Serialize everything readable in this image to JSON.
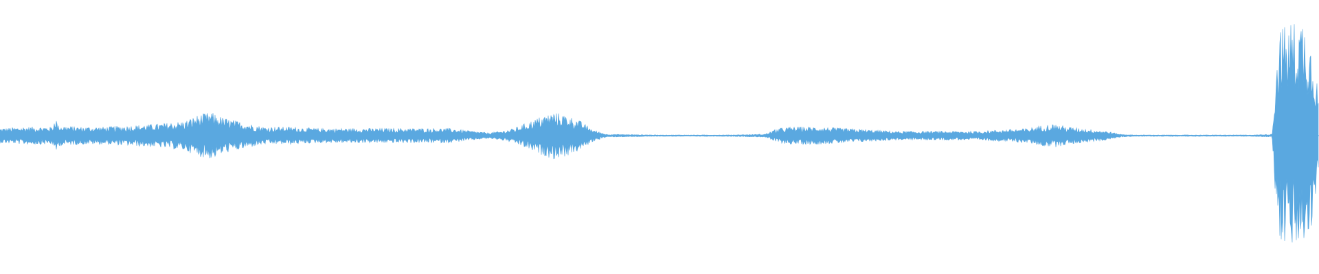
{
  "colors": {
    "waveform": "#5aa8e0",
    "background": "#ffffff"
  },
  "chart_data": {
    "type": "area",
    "description_free": true,
    "title": "",
    "xlabel": "",
    "ylabel": "",
    "x_range": [
      0,
      1
    ],
    "y_range": [
      -1,
      1
    ],
    "centerline": 0,
    "grid": false,
    "legend": "none",
    "series": [
      {
        "envelope_x": [
          0.0,
          0.02,
          0.04,
          0.042,
          0.044,
          0.06,
          0.08,
          0.1,
          0.12,
          0.13,
          0.14,
          0.15,
          0.16,
          0.17,
          0.18,
          0.19,
          0.2,
          0.22,
          0.24,
          0.26,
          0.28,
          0.3,
          0.32,
          0.34,
          0.36,
          0.37,
          0.38,
          0.39,
          0.4,
          0.41,
          0.42,
          0.43,
          0.44,
          0.45,
          0.46,
          0.5,
          0.55,
          0.58,
          0.59,
          0.6,
          0.62,
          0.64,
          0.66,
          0.68,
          0.7,
          0.72,
          0.74,
          0.76,
          0.78,
          0.79,
          0.8,
          0.81,
          0.82,
          0.83,
          0.84,
          0.85,
          0.86,
          0.9,
          0.95,
          0.965,
          0.968,
          0.972,
          0.976,
          0.98,
          0.984,
          0.988,
          0.992,
          0.996,
          1.0
        ],
        "envelope_amplitude": [
          0.05,
          0.06,
          0.06,
          0.14,
          0.07,
          0.06,
          0.06,
          0.07,
          0.08,
          0.09,
          0.1,
          0.14,
          0.16,
          0.12,
          0.1,
          0.08,
          0.06,
          0.06,
          0.05,
          0.05,
          0.05,
          0.05,
          0.05,
          0.05,
          0.03,
          0.02,
          0.03,
          0.05,
          0.09,
          0.13,
          0.16,
          0.14,
          0.1,
          0.04,
          0.01,
          0.005,
          0.005,
          0.01,
          0.05,
          0.06,
          0.06,
          0.05,
          0.04,
          0.03,
          0.03,
          0.03,
          0.03,
          0.04,
          0.05,
          0.07,
          0.08,
          0.06,
          0.05,
          0.04,
          0.03,
          0.01,
          0.005,
          0.005,
          0.005,
          0.01,
          0.5,
          0.78,
          0.72,
          0.8,
          0.75,
          0.82,
          0.7,
          0.6,
          0.3
        ]
      }
    ]
  }
}
